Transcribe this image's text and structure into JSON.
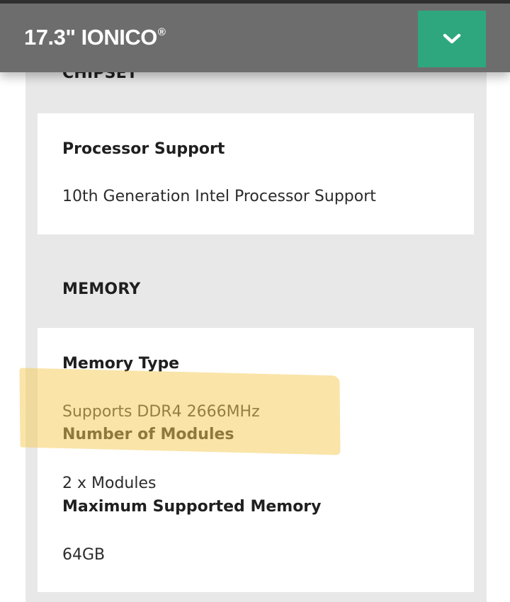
{
  "header": {
    "title": "17.3\" IONICO",
    "trademark": "®",
    "dropdown_icon": "chevron-down-icon",
    "dropdown_color": "#2fa77e"
  },
  "sections": {
    "chipset": {
      "heading": "CHIPSET",
      "items": [
        {
          "label": "Processor Support",
          "value": "10th Generation Intel Processor Support"
        }
      ]
    },
    "memory": {
      "heading": "MEMORY",
      "items": [
        {
          "label": "Memory Type",
          "value": "Supports DDR4 2666MHz"
        },
        {
          "label": "Number of Modules",
          "value": "2 x Modules"
        },
        {
          "label": "Maximum Supported Memory",
          "value": "64GB"
        }
      ]
    }
  },
  "highlight_color": "#f6cc58"
}
